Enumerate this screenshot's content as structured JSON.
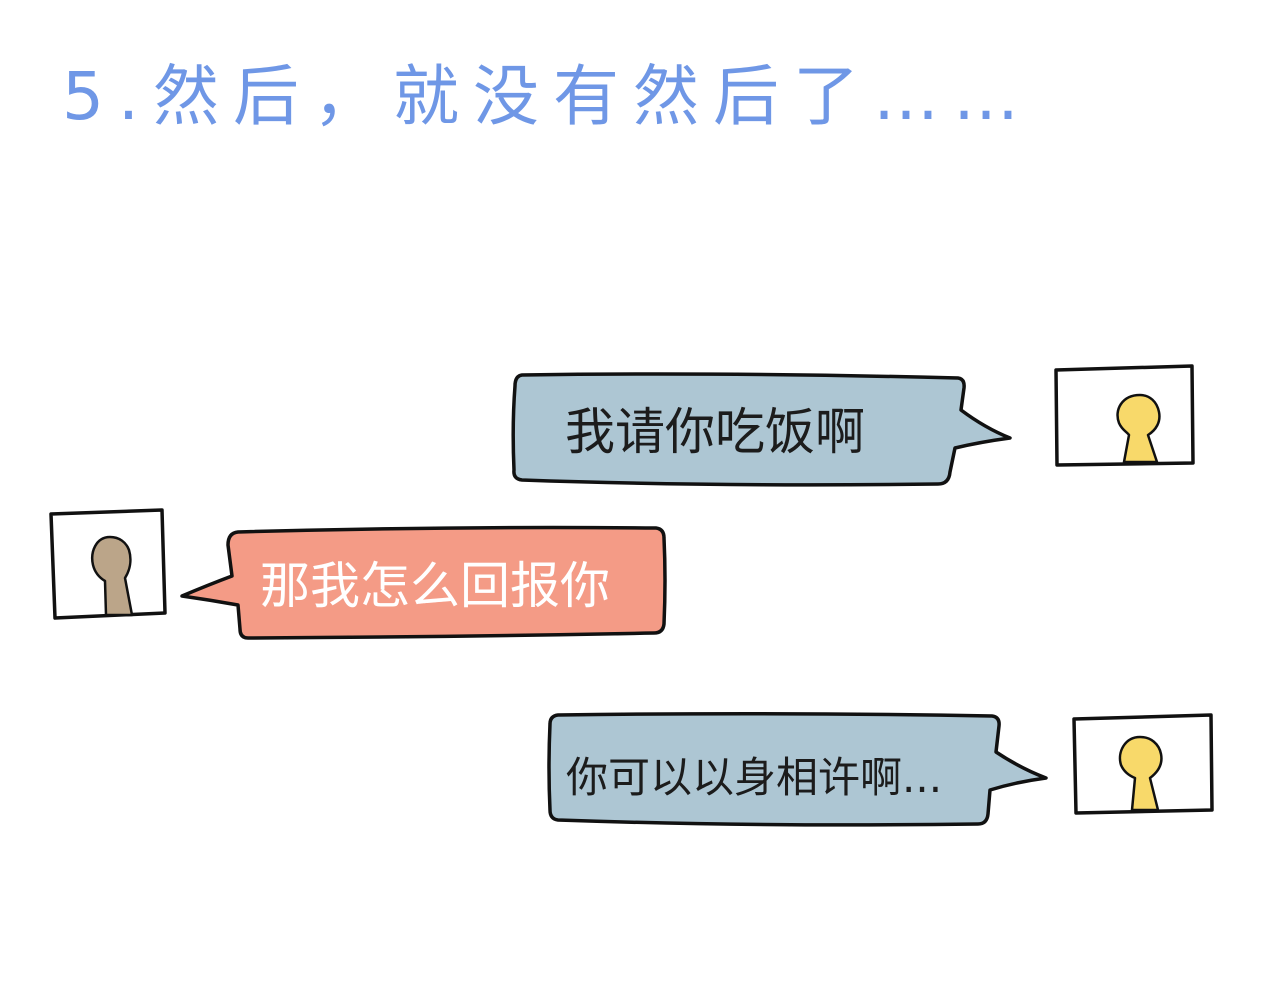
{
  "title": "5.然后，就没有然后了……",
  "colors": {
    "title": "#6f97e6",
    "bubble_blue": "#adc6d3",
    "bubble_pink": "#f49b86",
    "avatar_yellow": "#f8d96a",
    "avatar_brown": "#bba589",
    "outline": "#111111"
  },
  "messages": [
    {
      "speaker": "right",
      "text": "我请你吃饭啊"
    },
    {
      "speaker": "left",
      "text": "那我怎么回报你"
    },
    {
      "speaker": "right",
      "text": "你可以以身相许啊..."
    }
  ]
}
